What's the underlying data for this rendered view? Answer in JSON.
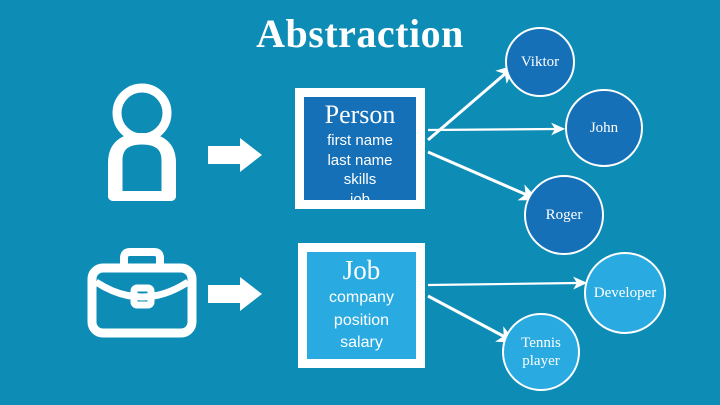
{
  "colors": {
    "background": "#0d8cb5",
    "box_border": "#ffffff",
    "person_fill": "#1570b8",
    "job_fill": "#29abe2",
    "text": "#ffffff",
    "arrow": "#ffffff"
  },
  "title": "Abstraction",
  "icons": [
    {
      "name": "person-icon",
      "label": "person"
    },
    {
      "name": "briefcase-icon",
      "label": "briefcase"
    }
  ],
  "block_arrows": [
    {
      "name": "block-arrow-person",
      "label": "arrow right"
    },
    {
      "name": "block-arrow-job",
      "label": "arrow right"
    }
  ],
  "classes": [
    {
      "id": "person",
      "title": "Person",
      "attributes": [
        "first name",
        "last name",
        "skills",
        "job"
      ]
    },
    {
      "id": "job",
      "title": "Job",
      "attributes": [
        "company",
        "position",
        "salary"
      ]
    }
  ],
  "instances": [
    {
      "id": "viktor",
      "label": "Viktor",
      "lines": [
        "Viktor"
      ],
      "of": "person"
    },
    {
      "id": "john",
      "label": "John",
      "lines": [
        "John"
      ],
      "of": "person"
    },
    {
      "id": "roger",
      "label": "Roger",
      "lines": [
        "Roger"
      ],
      "of": "person"
    },
    {
      "id": "developer",
      "label": "Developer",
      "lines": [
        "Developer"
      ],
      "of": "job"
    },
    {
      "id": "tennis",
      "label": "Tennis player",
      "lines": [
        "Tennis",
        "player"
      ],
      "of": "job"
    }
  ],
  "connectors": [
    {
      "name": "arrow-person-to-viktor",
      "from": "person",
      "to": "viktor"
    },
    {
      "name": "arrow-person-to-john",
      "from": "person",
      "to": "john"
    },
    {
      "name": "arrow-person-to-roger",
      "from": "person",
      "to": "roger"
    },
    {
      "name": "arrow-job-to-developer",
      "from": "job",
      "to": "developer"
    },
    {
      "name": "arrow-job-to-tennis",
      "from": "job",
      "to": "tennis"
    }
  ]
}
